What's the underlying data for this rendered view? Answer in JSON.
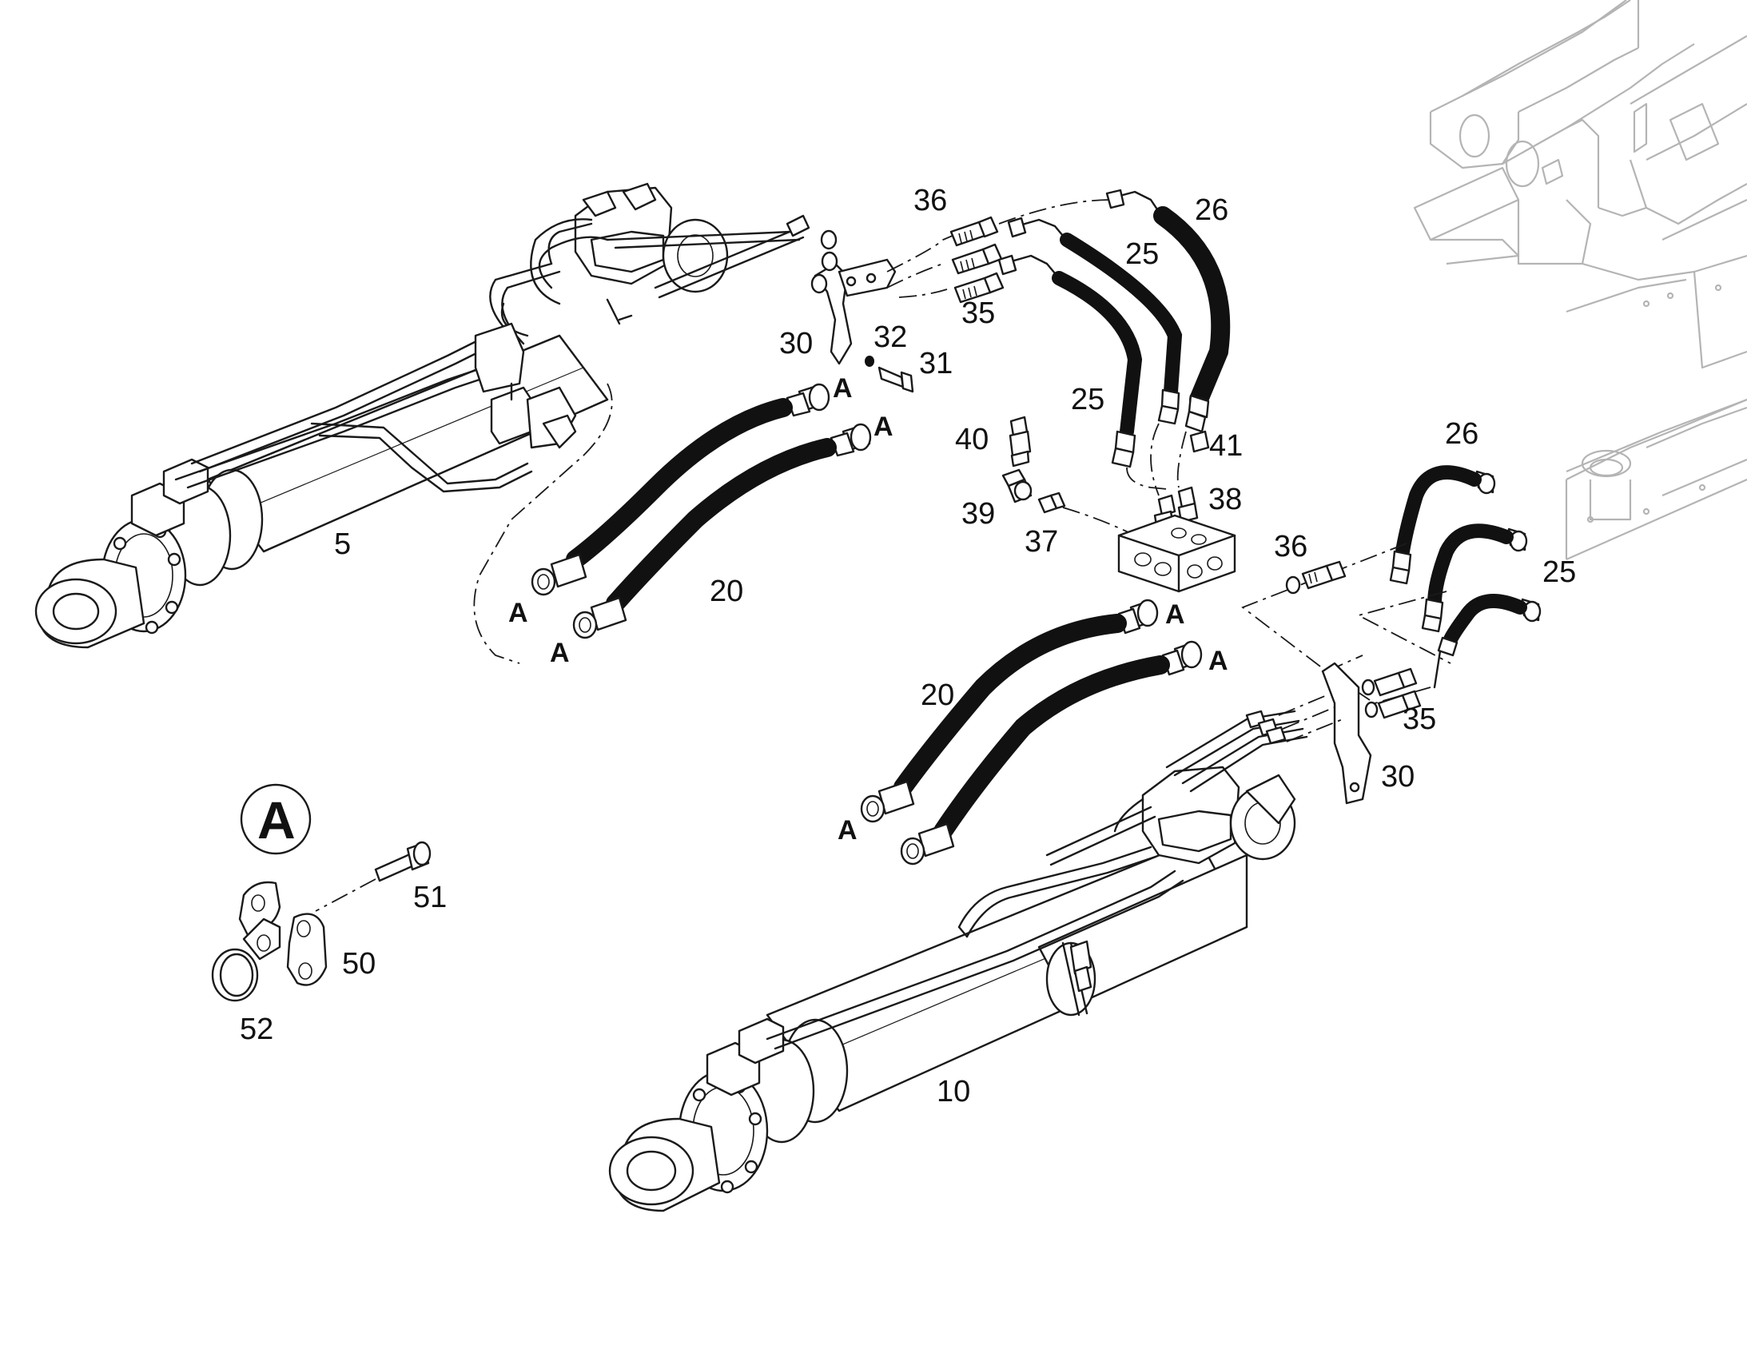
{
  "labels": {
    "p5": "5",
    "p10": "10",
    "p20a": "20",
    "p20b": "20",
    "p25a": "25",
    "p25b": "25",
    "p25c": "25",
    "p26a": "26",
    "p26b": "26",
    "p30a": "30",
    "p30b": "30",
    "p31": "31",
    "p32": "32",
    "p35a": "35",
    "p35b": "35",
    "p36a": "36",
    "p36b": "36",
    "p37": "37",
    "p38": "38",
    "p39": "39",
    "p40": "40",
    "p41": "41",
    "p50": "50",
    "p51": "51",
    "p52": "52"
  },
  "detail_marker": "A",
  "detail_title": "A"
}
